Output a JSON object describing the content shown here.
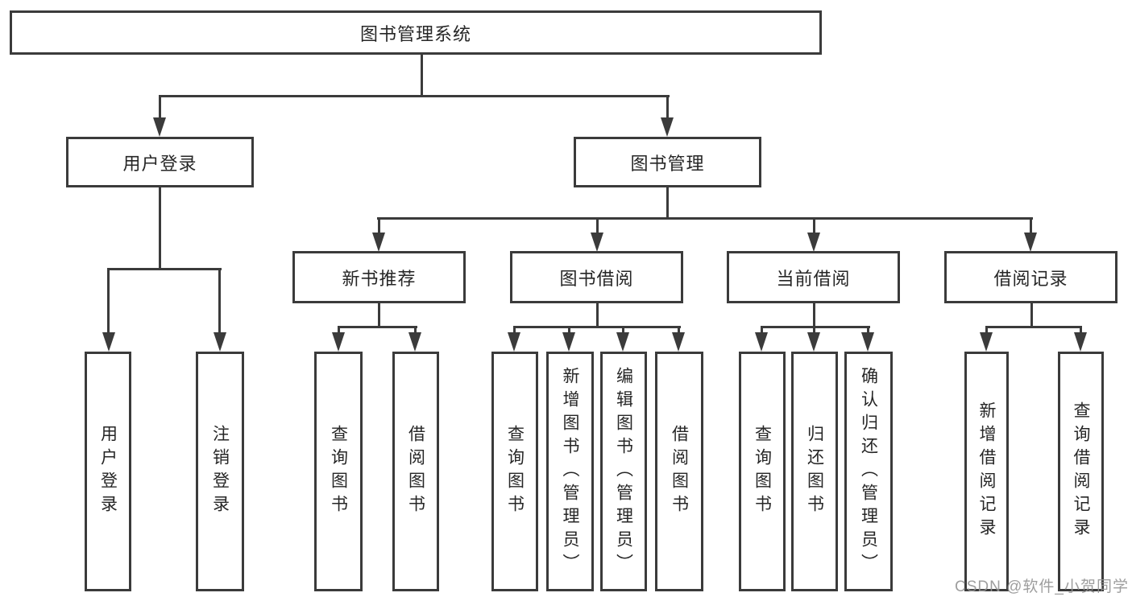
{
  "diagram": {
    "root": "图书管理系统",
    "level2": {
      "user_login": "用户登录",
      "book_management": "图书管理"
    },
    "level3": {
      "new_book": "新书推荐",
      "book_borrow": "图书借阅",
      "current_borrow": "当前借阅",
      "borrow_record": "借阅记录"
    },
    "leaves": {
      "user_login": [
        "用户登录",
        "注销登录"
      ],
      "new_book": [
        "查询图书",
        "借阅图书"
      ],
      "book_borrow": [
        "查询图书",
        "新增图书（管理员）",
        "编辑图书（管理员）",
        "借阅图书"
      ],
      "current_borrow": [
        "查询图书",
        "归还图书",
        "确认归还（管理员）"
      ],
      "borrow_record": [
        "新增借阅记录",
        "查询借阅记录"
      ]
    }
  },
  "watermark": "CSDN @软件_小贺同学",
  "colors": {
    "line": "#3b3b3b",
    "text": "#262626",
    "watermark": "#949494",
    "background": "#ffffff"
  }
}
